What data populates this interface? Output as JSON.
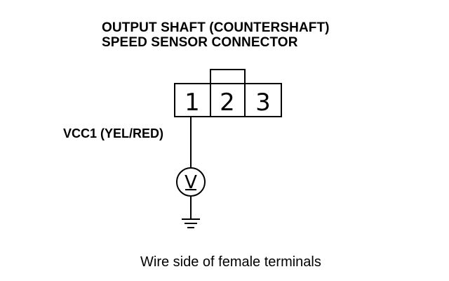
{
  "diagram": {
    "title_line1": "OUTPUT SHAFT (COUNTERSHAFT)",
    "title_line2": "SPEED SENSOR CONNECTOR",
    "wire_label": "VCC1 (YEL/RED)",
    "caption": "Wire side of female terminals",
    "connector": {
      "terminals": [
        "1",
        "2",
        "3"
      ]
    },
    "meter": {
      "symbol": "V",
      "icon": "voltmeter-icon"
    },
    "ground": {
      "icon": "ground-icon"
    }
  }
}
